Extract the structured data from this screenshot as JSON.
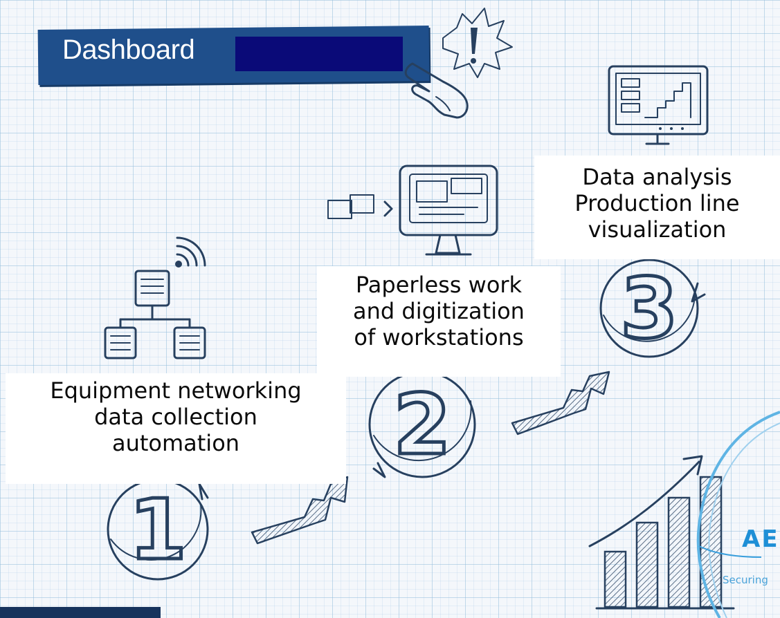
{
  "banner": {
    "title": "Dashboard"
  },
  "steps": [
    {
      "number": "1",
      "lines": [
        "Equipment networking",
        "data collection",
        "automation"
      ]
    },
    {
      "number": "2",
      "lines": [
        "Paperless work",
        "and digitization",
        "of workstations"
      ]
    },
    {
      "number": "3",
      "lines": [
        "Data analysis",
        "Production line",
        "visualization"
      ]
    }
  ],
  "logo": {
    "text": "AE",
    "tagline": "Securing"
  },
  "icons": [
    "alert-burst-icon",
    "pointing-hand-icon",
    "network-tree-icon",
    "wifi-icon",
    "computer-monitor-icon",
    "dashboard-monitor-icon",
    "growth-bar-chart-icon",
    "up-arrow-icon"
  ],
  "colors": {
    "banner": "#1f4f8b",
    "sketch": "#27405f",
    "logo": "#1e8fd6"
  }
}
